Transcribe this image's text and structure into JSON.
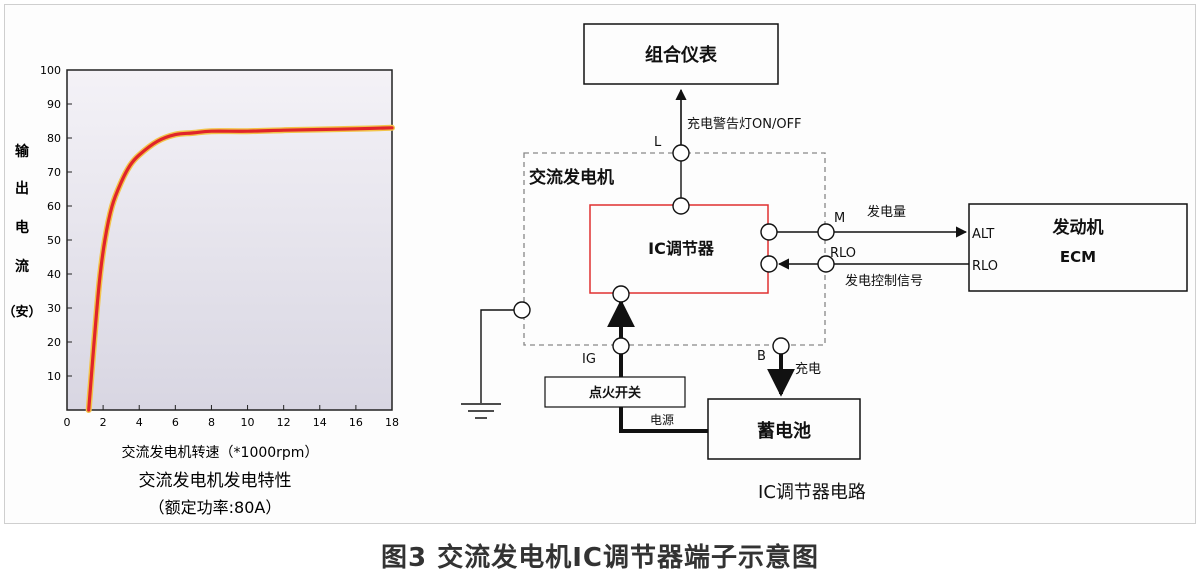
{
  "chart_data": {
    "type": "line",
    "title": "交流发电机发电特性",
    "subtitle": "（额定功率:80A）",
    "xlabel": "交流发电机转速（*1000rpm）",
    "ylabel": [
      "输",
      "出",
      "电",
      "流",
      "（安）"
    ],
    "xlim": [
      0,
      18
    ],
    "ylim": [
      0,
      100
    ],
    "x_ticks": [
      0,
      2,
      4,
      6,
      8,
      10,
      12,
      14,
      16,
      18
    ],
    "y_ticks": [
      10,
      20,
      30,
      40,
      50,
      60,
      70,
      80,
      90,
      100
    ],
    "grid": false,
    "series": [
      {
        "x": [
          1.2,
          1.5,
          1.8,
          2.1,
          2.5,
          3.0,
          3.5,
          4.0,
          5.0,
          6.0,
          7.0,
          8.0,
          10.0,
          12.0,
          14.0,
          16.0,
          18.0
        ],
        "y": [
          0,
          20,
          38,
          50,
          60,
          67,
          72,
          75,
          79,
          81,
          81.5,
          82,
          82,
          82.3,
          82.5,
          82.7,
          83
        ]
      }
    ],
    "colors": {
      "curve": "#e0242a",
      "curve_glow": "#f2c44a",
      "plot_bg_top": "#f4f2f7",
      "plot_bg_bottom": "#d8d6e2"
    }
  },
  "circuit": {
    "title": "IC调节器电路",
    "blocks": {
      "cluster": "组合仪表",
      "alternator": "交流发电机",
      "ic": "IC调节器",
      "ecm_1": "发动机",
      "ecm_2": "ECM",
      "switch": "点火开关",
      "battery": "蓄电池"
    },
    "terminals": {
      "L": "L",
      "M": "M",
      "RLO": "RLO",
      "IG": "IG",
      "B": "B",
      "ALT": "ALT",
      "ECM_RLO": "RLO"
    },
    "signals": {
      "warning": "充电警告灯ON/OFF",
      "output": "发电量",
      "control": "发电控制信号",
      "charge": "充电",
      "power": "电源"
    },
    "colors": {
      "ic_border": "#e03030"
    }
  },
  "figure_caption": "图3 交流发电机IC调节器端子示意图"
}
